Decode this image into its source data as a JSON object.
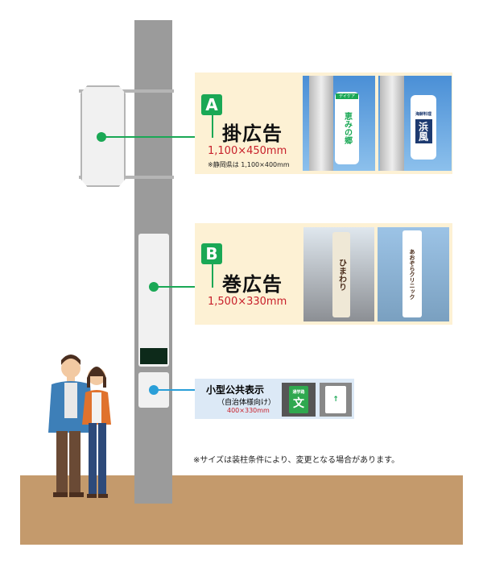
{
  "sections": {
    "a": {
      "badge": "A",
      "title": "掛広告",
      "size": "1,100×450mm",
      "note": "※静岡県は 1,100×400mm",
      "photo1_text": "恵みの郷",
      "photo1_tag": "デイケア",
      "photo2_text": "浜風",
      "photo2_tag": "海鮮料理"
    },
    "b": {
      "badge": "B",
      "title": "巻広告",
      "size": "1,500×330mm",
      "photo1_text": "ひまわり",
      "photo2_text": "あおぞらクリニック"
    },
    "c": {
      "title": "小型公共表示",
      "subtitle": "（自治体様向け）",
      "size": "400×330mm",
      "photo1_text": "文",
      "photo1_tag": "通学路"
    }
  },
  "footnote": "※サイズは装柱条件により、変更となる場合があります。",
  "colors": {
    "green": "#1aa855",
    "blue": "#2a9fd8",
    "red": "#c8202b",
    "cream": "#fdf1d4",
    "ground": "#c49a6c"
  }
}
